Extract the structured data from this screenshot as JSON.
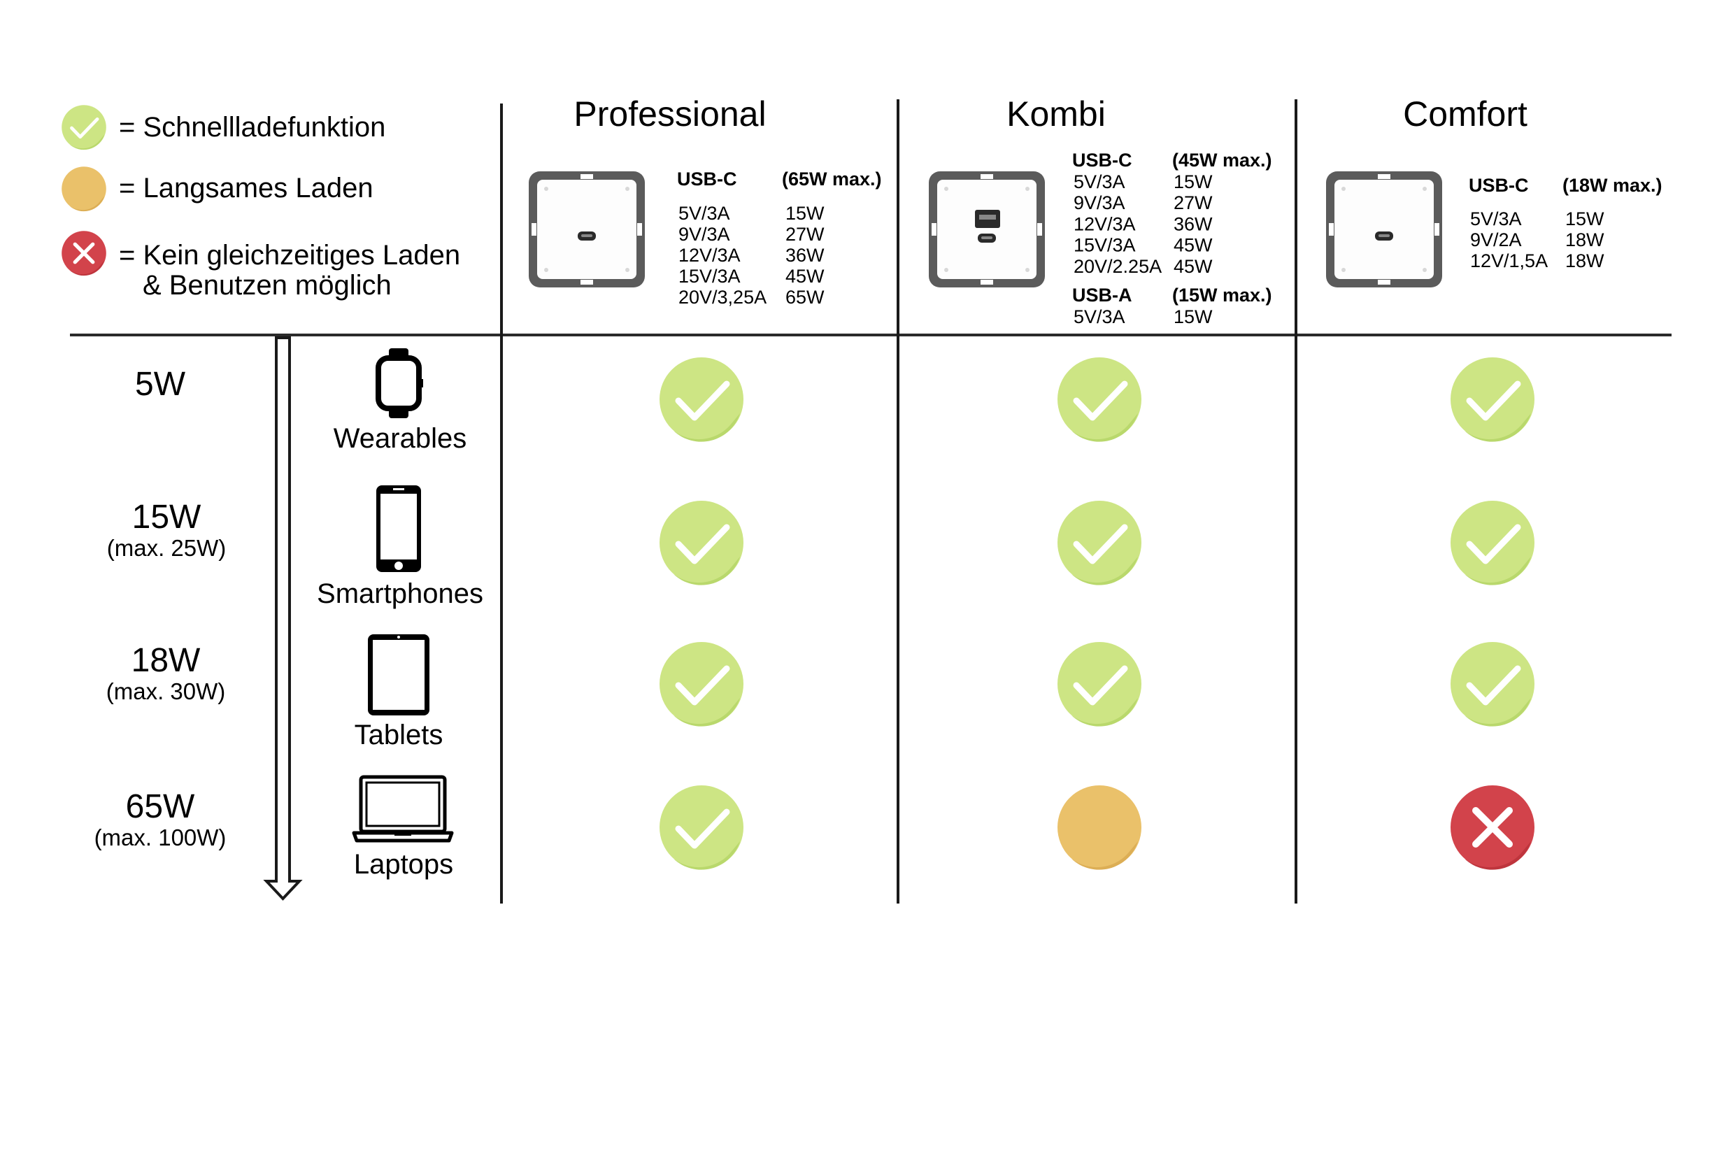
{
  "legend": {
    "fast": "= Schnellladefunktion",
    "slow": "= Langsames Laden",
    "none_line1": "= Kein gleichzeitiges Laden",
    "none_line2": "& Benutzen möglich"
  },
  "colors": {
    "fast": "#cde584",
    "slow": "#eac16a",
    "none": "#d2434b",
    "frame": "#5b5b5b",
    "line": "#2b2b2b"
  },
  "products": [
    {
      "name": "Professional",
      "ports": [
        "usb-c"
      ],
      "specs": [
        {
          "label": "USB-C",
          "max": "(65W max.)",
          "rows": [
            [
              "5V/3A",
              "15W"
            ],
            [
              "9V/3A",
              "27W"
            ],
            [
              "12V/3A",
              "36W"
            ],
            [
              "15V/3A",
              "45W"
            ],
            [
              "20V/3,25A",
              "65W"
            ]
          ]
        }
      ]
    },
    {
      "name": "Kombi",
      "ports": [
        "usb-a",
        "usb-c"
      ],
      "specs": [
        {
          "label": "USB-C",
          "max": "(45W max.)",
          "rows": [
            [
              "5V/3A",
              "15W"
            ],
            [
              "9V/3A",
              "27W"
            ],
            [
              "12V/3A",
              "36W"
            ],
            [
              "15V/3A",
              "45W"
            ],
            [
              "20V/2.25A",
              "45W"
            ]
          ]
        },
        {
          "label": "USB-A",
          "max": "(15W max.)",
          "rows": [
            [
              "5V/3A",
              "15W"
            ]
          ]
        }
      ]
    },
    {
      "name": "Comfort",
      "ports": [
        "usb-c"
      ],
      "specs": [
        {
          "label": "USB-C",
          "max": "(18W max.)",
          "rows": [
            [
              "5V/3A",
              "15W"
            ],
            [
              "9V/2A",
              "18W"
            ],
            [
              "12V/1,5A",
              "18W"
            ]
          ]
        }
      ]
    }
  ],
  "devices": [
    {
      "watt": "5W",
      "max": "",
      "name": "Wearables",
      "icon": "smartwatch-icon",
      "status": [
        "fast",
        "fast",
        "fast"
      ]
    },
    {
      "watt": "15W",
      "max": "(max. 25W)",
      "name": "Smartphones",
      "icon": "smartphone-icon",
      "status": [
        "fast",
        "fast",
        "fast"
      ]
    },
    {
      "watt": "18W",
      "max": "(max. 30W)",
      "name": "Tablets",
      "icon": "tablet-icon",
      "status": [
        "fast",
        "fast",
        "fast"
      ]
    },
    {
      "watt": "65W",
      "max": "(max. 100W)",
      "name": "Laptops",
      "icon": "laptop-icon",
      "status": [
        "fast",
        "slow",
        "none"
      ]
    }
  ]
}
